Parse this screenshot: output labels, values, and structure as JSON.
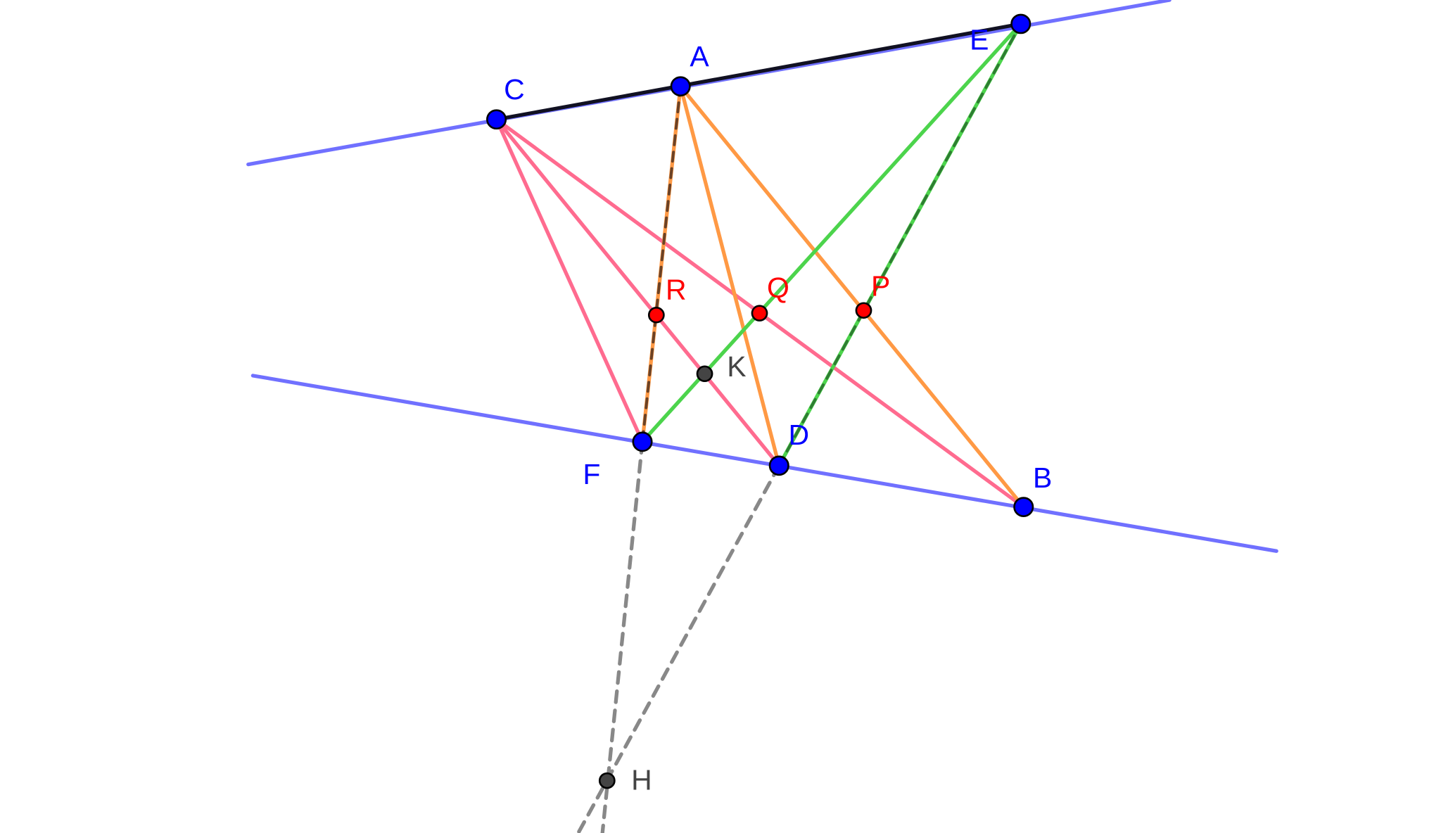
{
  "points": {
    "A": {
      "label": "A",
      "color": "#0000ff"
    },
    "B": {
      "label": "B",
      "color": "#0000ff"
    },
    "C": {
      "label": "C",
      "color": "#0000ff"
    },
    "D": {
      "label": "D",
      "color": "#0000ff"
    },
    "E": {
      "label": "E",
      "color": "#0000ff"
    },
    "F": {
      "label": "F",
      "color": "#0000ff"
    },
    "P": {
      "label": "P",
      "color": "#ff0000"
    },
    "Q": {
      "label": "Q",
      "color": "#ff0000"
    },
    "R": {
      "label": "R",
      "color": "#ff0000"
    },
    "K": {
      "label": "K",
      "color": "#444444"
    },
    "H": {
      "label": "H",
      "color": "#444444"
    }
  },
  "colors": {
    "parallel_lines": "#7070ff",
    "pink": "#ff6b8f",
    "orange": "#ff9944",
    "green": "#4cd44c",
    "dark_green": "#2e7d32",
    "gray_dashed": "#888888",
    "black_segment": "#111122"
  }
}
